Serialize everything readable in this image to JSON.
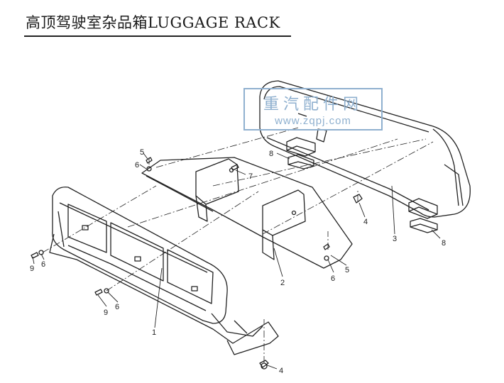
{
  "title": "高顶驾驶室杂品箱LUGGAGE RACK",
  "watermark": {
    "cn": "重汽配件网",
    "url": "www.zqpj.com",
    "color": "#8fb0cf"
  },
  "callouts": {
    "part1": "1",
    "part2": "2",
    "part3": "3",
    "part4_top": "4",
    "part4_bottom": "4",
    "part5_left": "5",
    "part5_right": "5",
    "part6_topleft": "6",
    "part6_left": "6",
    "part6_lower": "6",
    "part6_right": "6",
    "part7": "7",
    "part8_top": "8",
    "part8_right": "8",
    "part9_left": "9",
    "part9_lower": "9"
  }
}
